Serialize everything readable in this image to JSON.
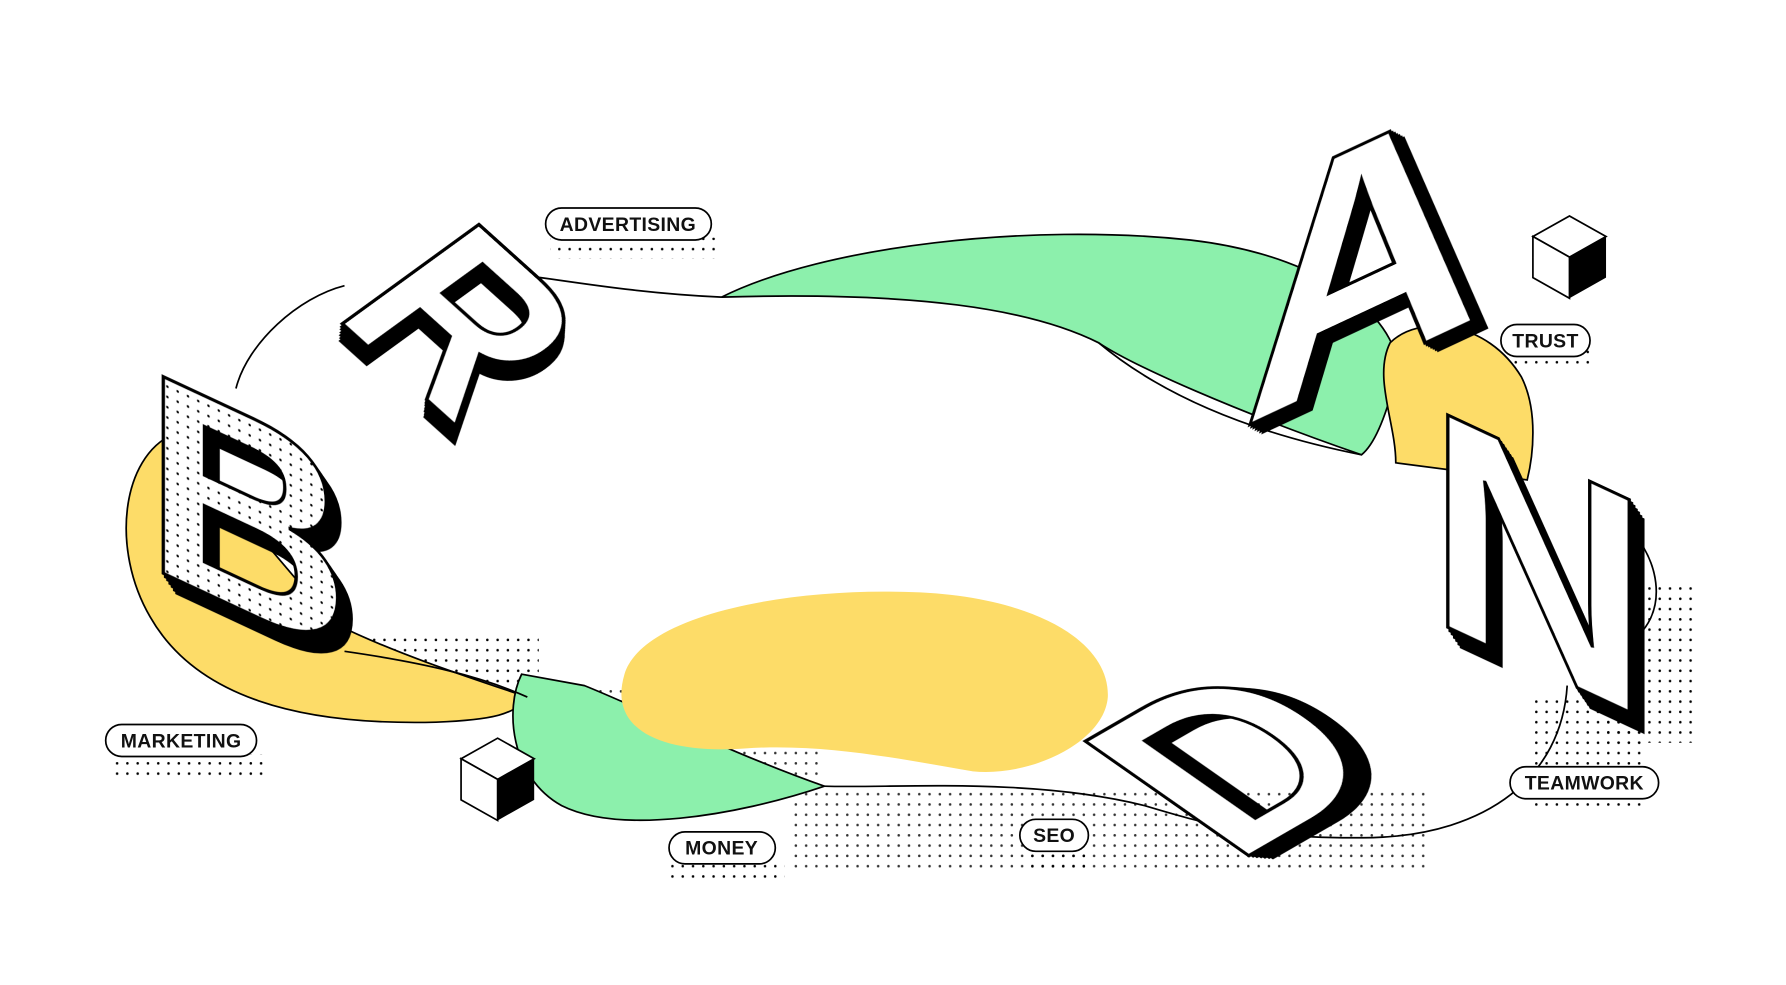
{
  "illustration": {
    "letters": [
      "B",
      "R",
      "A",
      "N",
      "D"
    ],
    "tags": {
      "advertising": "ADVERTISING",
      "trust": "TRUST",
      "marketing": "MARKETING",
      "money": "MONEY",
      "seo": "SEO",
      "teamwork": "TEAMWORK"
    },
    "colors": {
      "green": "#8CF0AC",
      "yellow": "#FDDC68",
      "ink": "#000000",
      "background": "#FFFFFF"
    }
  }
}
